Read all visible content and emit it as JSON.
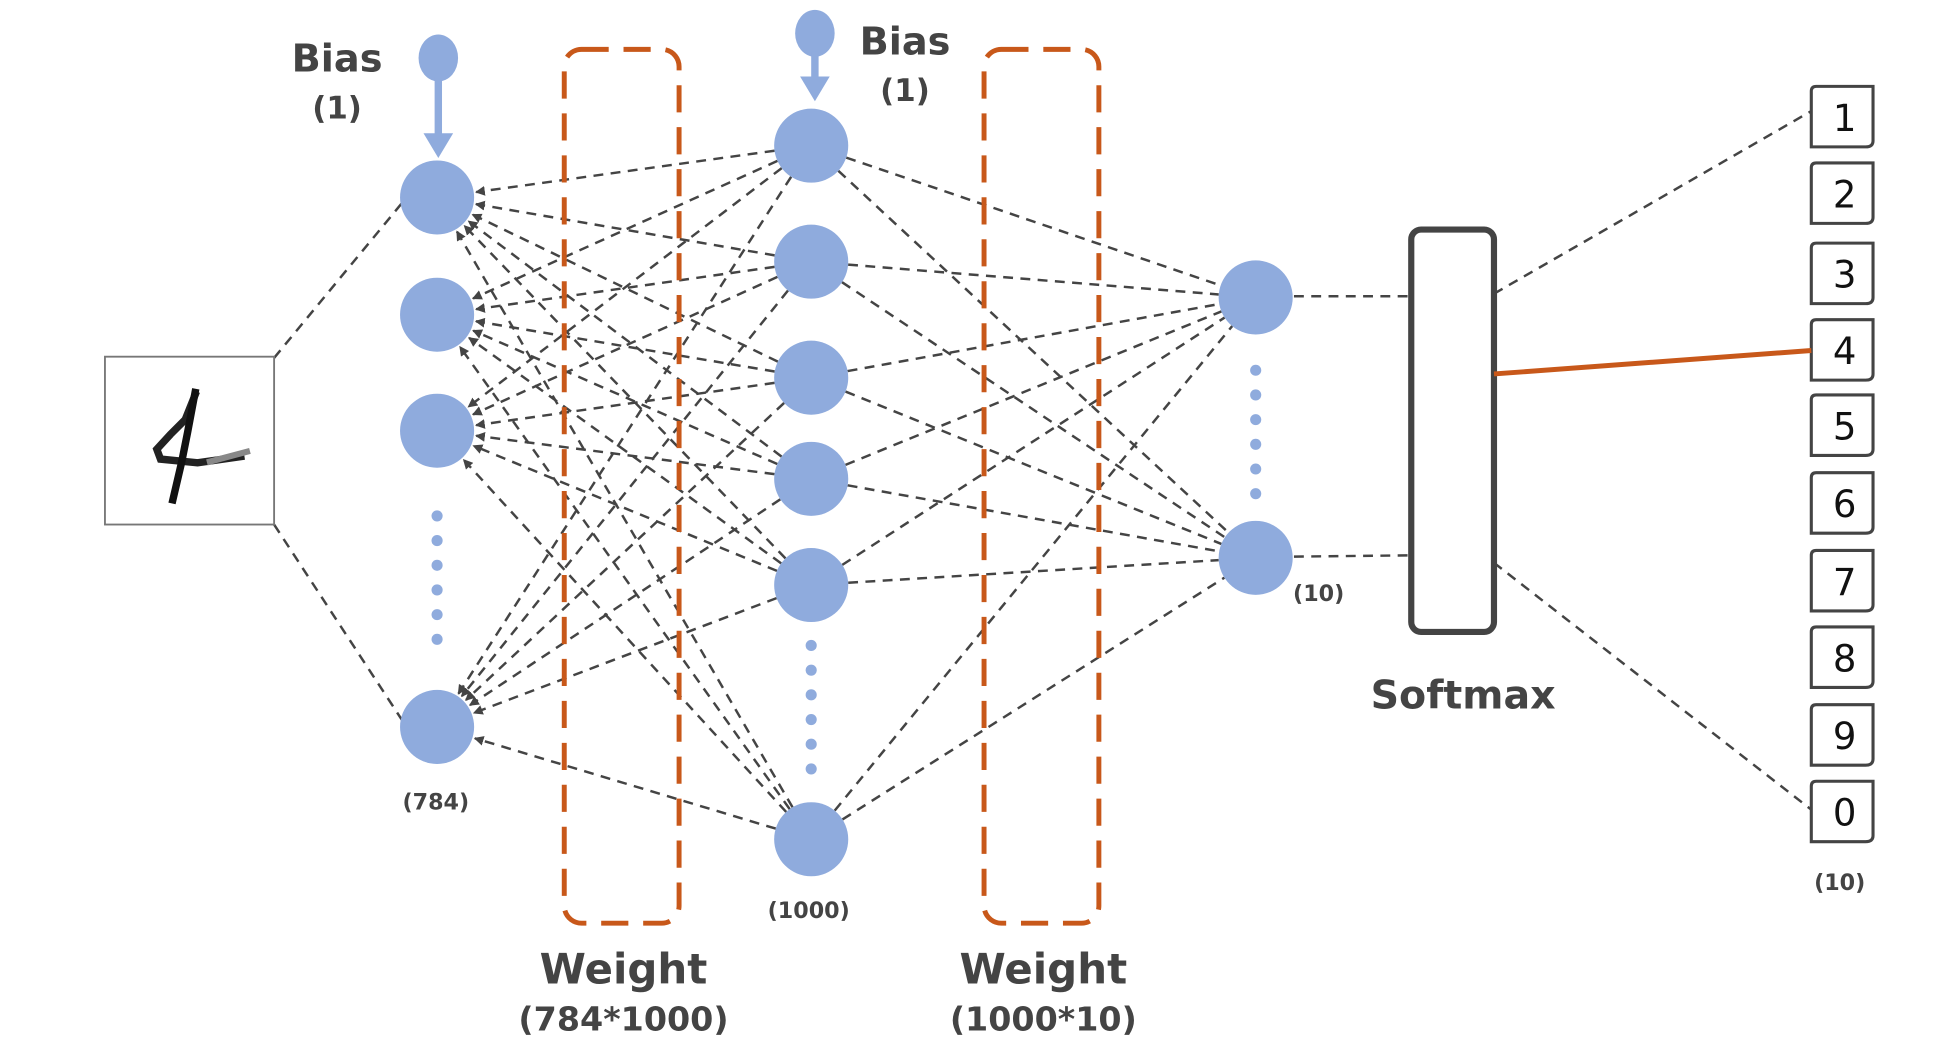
{
  "colors": {
    "node": "#8fabdd",
    "edge": "#444444",
    "weight_box": "#c8581a",
    "prediction_line": "#c8581a",
    "softmax_border": "#444444"
  },
  "input_image": {
    "digit_shown": "4",
    "icon": "mnist-digit-image"
  },
  "input_layer": {
    "bias_label": "Bias",
    "bias_count": "(1)",
    "size_label": "(784)"
  },
  "hidden_layer": {
    "bias_label": "Bias",
    "bias_count": "(1)",
    "size_label": "(1000)"
  },
  "output_layer": {
    "size_label": "(10)"
  },
  "weights": [
    {
      "label": "Weight",
      "shape": "(784*1000)"
    },
    {
      "label": "Weight",
      "shape": "(1000*10)"
    }
  ],
  "softmax": {
    "label": "Softmax"
  },
  "classes": {
    "labels": [
      "1",
      "2",
      "3",
      "4",
      "5",
      "6",
      "7",
      "8",
      "9",
      "0"
    ],
    "size_label": "(10)",
    "predicted": "4"
  }
}
